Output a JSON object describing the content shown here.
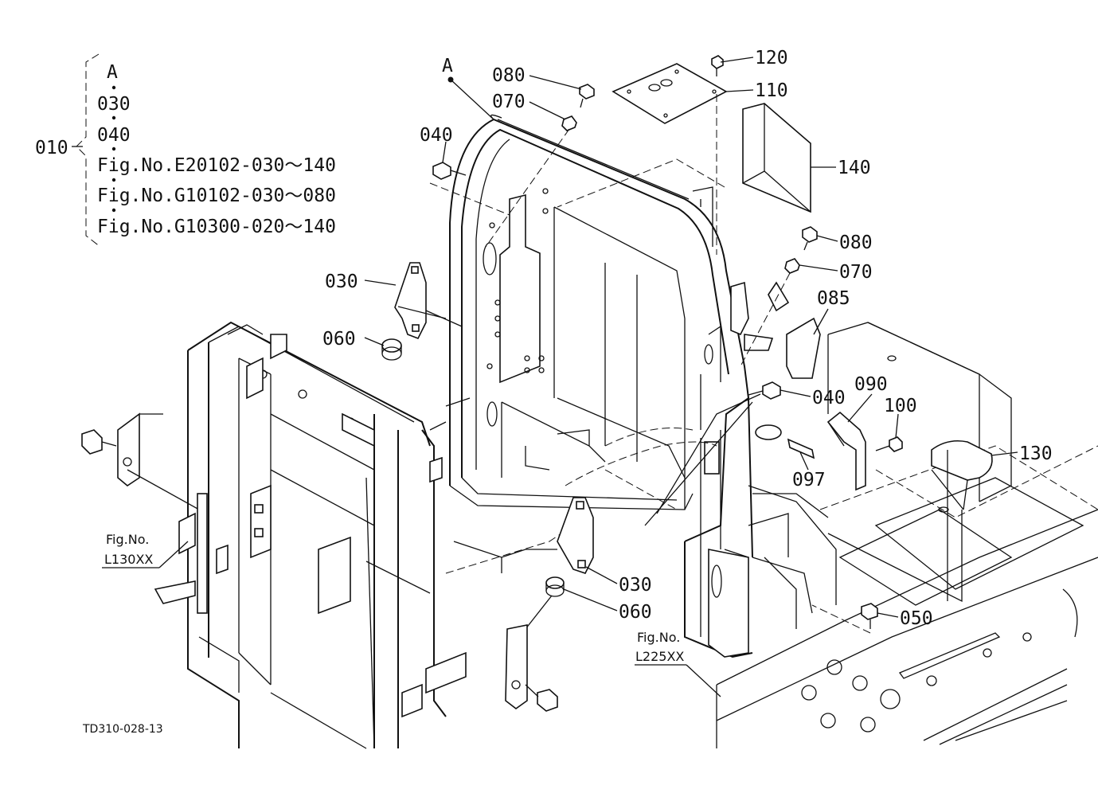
{
  "diagram": {
    "footer_code": "TD310-028-13",
    "group_label": "010",
    "group_items": [
      "A",
      "030",
      "040",
      "Fig.No.E20102-030～140",
      "Fig.No.G10102-030～080",
      "Fig.No.G10300-020～140"
    ],
    "callouts": {
      "a": "A",
      "c080a": "080",
      "c070a": "070",
      "c040a": "040",
      "c120": "120",
      "c110": "110",
      "c140": "140",
      "c080b": "080",
      "c070b": "070",
      "c030a": "030",
      "c060a": "060",
      "c085": "085",
      "c040b": "040",
      "c090": "090",
      "c100": "100",
      "c130": "130",
      "c097": "097",
      "c030b": "030",
      "c060b": "060",
      "c050": "050"
    },
    "refs": {
      "l130_line1": "Fig.No.",
      "l130_line2": "L130XX",
      "l225_line1": "Fig.No.",
      "l225_line2": "L225XX"
    }
  }
}
